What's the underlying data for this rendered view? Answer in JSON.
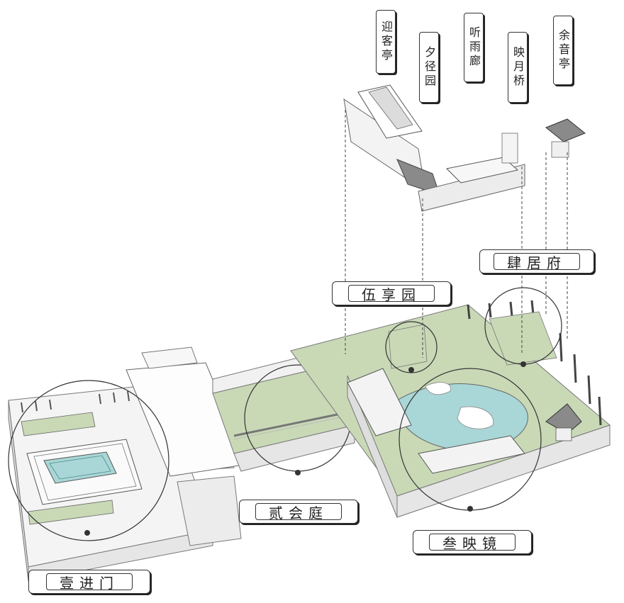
{
  "colors": {
    "lawn": "#c9d9b6",
    "water": "#a9d6d6",
    "line": "#333333",
    "roof": "#8a8a8a"
  },
  "top_labels": {
    "ying_ke_ting": "迎客亭",
    "xi_jing_yuan": "夕径园",
    "ting_yu_lang": "听雨廊",
    "ying_yue_qiao": "映月桥",
    "yu_yin_ting": "余音亭"
  },
  "zone_labels": {
    "si_ju_fu": "肆居府",
    "wu_xiang_yuan": "伍享园",
    "er_hui_ting": "贰会庭",
    "san_ying_jing": "叁映镜",
    "yi_jin_men": "壹进门"
  }
}
